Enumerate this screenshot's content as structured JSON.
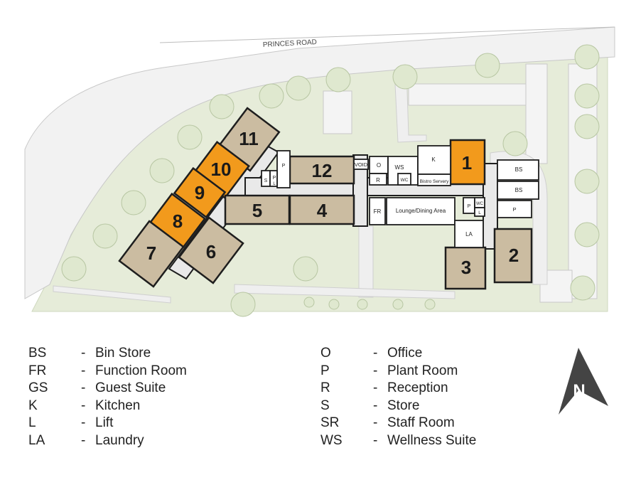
{
  "road_label": "PRINCES ROAD",
  "colors": {
    "grass": "#e6ecd9",
    "road": "#f2f2f2",
    "building": "#cbbca1",
    "highlight": "#f29a1c",
    "corridor": "#e8e8e8",
    "tree": "#dfe8cf",
    "outline": "#1e1e1e",
    "arrow": "#444444"
  },
  "units": [
    {
      "id": "1",
      "highlighted": true
    },
    {
      "id": "2",
      "highlighted": false
    },
    {
      "id": "3",
      "highlighted": false
    },
    {
      "id": "4",
      "highlighted": false
    },
    {
      "id": "5",
      "highlighted": false
    },
    {
      "id": "6",
      "highlighted": false
    },
    {
      "id": "7",
      "highlighted": false
    },
    {
      "id": "8",
      "highlighted": true
    },
    {
      "id": "9",
      "highlighted": true
    },
    {
      "id": "10",
      "highlighted": true
    },
    {
      "id": "11",
      "highlighted": false
    },
    {
      "id": "12",
      "highlighted": false
    }
  ],
  "room_labels": {
    "void": "VOID",
    "office": "O",
    "wellness": "WS",
    "kitchen": "K",
    "bin_store_1": "BS",
    "bin_store_2": "BS",
    "reception": "R",
    "wc_1": "WC",
    "wc_2": "WC",
    "bistro": "Bistro Servery",
    "plant_1": "P",
    "plant_2": "P",
    "plant_3": "P",
    "plant_4": "P",
    "store": "S",
    "lift_1": "L",
    "lift_2": "L",
    "function_room": "FR",
    "lounge": "Lounge/Dining Area",
    "laundry": "LA"
  },
  "legend": {
    "left": [
      {
        "abbr": "BS",
        "desc": "Bin Store"
      },
      {
        "abbr": "FR",
        "desc": "Function Room"
      },
      {
        "abbr": "GS",
        "desc": "Guest Suite"
      },
      {
        "abbr": "K",
        "desc": "Kitchen"
      },
      {
        "abbr": "L",
        "desc": "Lift"
      },
      {
        "abbr": "LA",
        "desc": "Laundry"
      }
    ],
    "right": [
      {
        "abbr": "O",
        "desc": "Office"
      },
      {
        "abbr": "P",
        "desc": "Plant Room"
      },
      {
        "abbr": "R",
        "desc": "Reception"
      },
      {
        "abbr": "S",
        "desc": "Store"
      },
      {
        "abbr": "SR",
        "desc": "Staff Room"
      },
      {
        "abbr": "WS",
        "desc": "Wellness Suite"
      }
    ],
    "dash": "-"
  },
  "north_label": "N"
}
